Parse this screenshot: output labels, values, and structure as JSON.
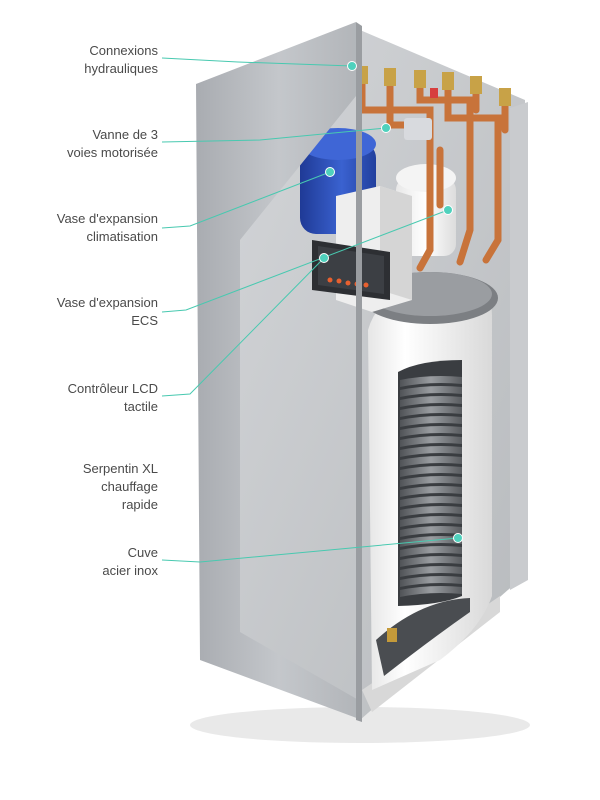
{
  "labels": [
    {
      "id": "connexions",
      "lines": [
        "Connexions",
        "hydrauliques"
      ]
    },
    {
      "id": "vanne",
      "lines": [
        "Vanne de 3",
        "voies motorisée"
      ]
    },
    {
      "id": "vase-clim",
      "lines": [
        "Vase d'expansion",
        "climatisation"
      ]
    },
    {
      "id": "vase-ecs",
      "lines": [
        "Vase d'expansion",
        "ECS"
      ]
    },
    {
      "id": "controleur",
      "lines": [
        "Contrôleur LCD",
        "tactile"
      ]
    },
    {
      "id": "serpentin",
      "lines": [
        "Serpentin XL",
        "chauffage",
        "rapide"
      ]
    },
    {
      "id": "cuve",
      "lines": [
        "Cuve",
        "acier inox"
      ]
    }
  ],
  "colors": {
    "label_text": "#4a4a4a",
    "leader_line": "#48c9b0",
    "marker": "#4fd1bd",
    "casing": "#b9bcc0",
    "copper": "#c8733a",
    "blue_vessel": "#2d4fb8"
  }
}
